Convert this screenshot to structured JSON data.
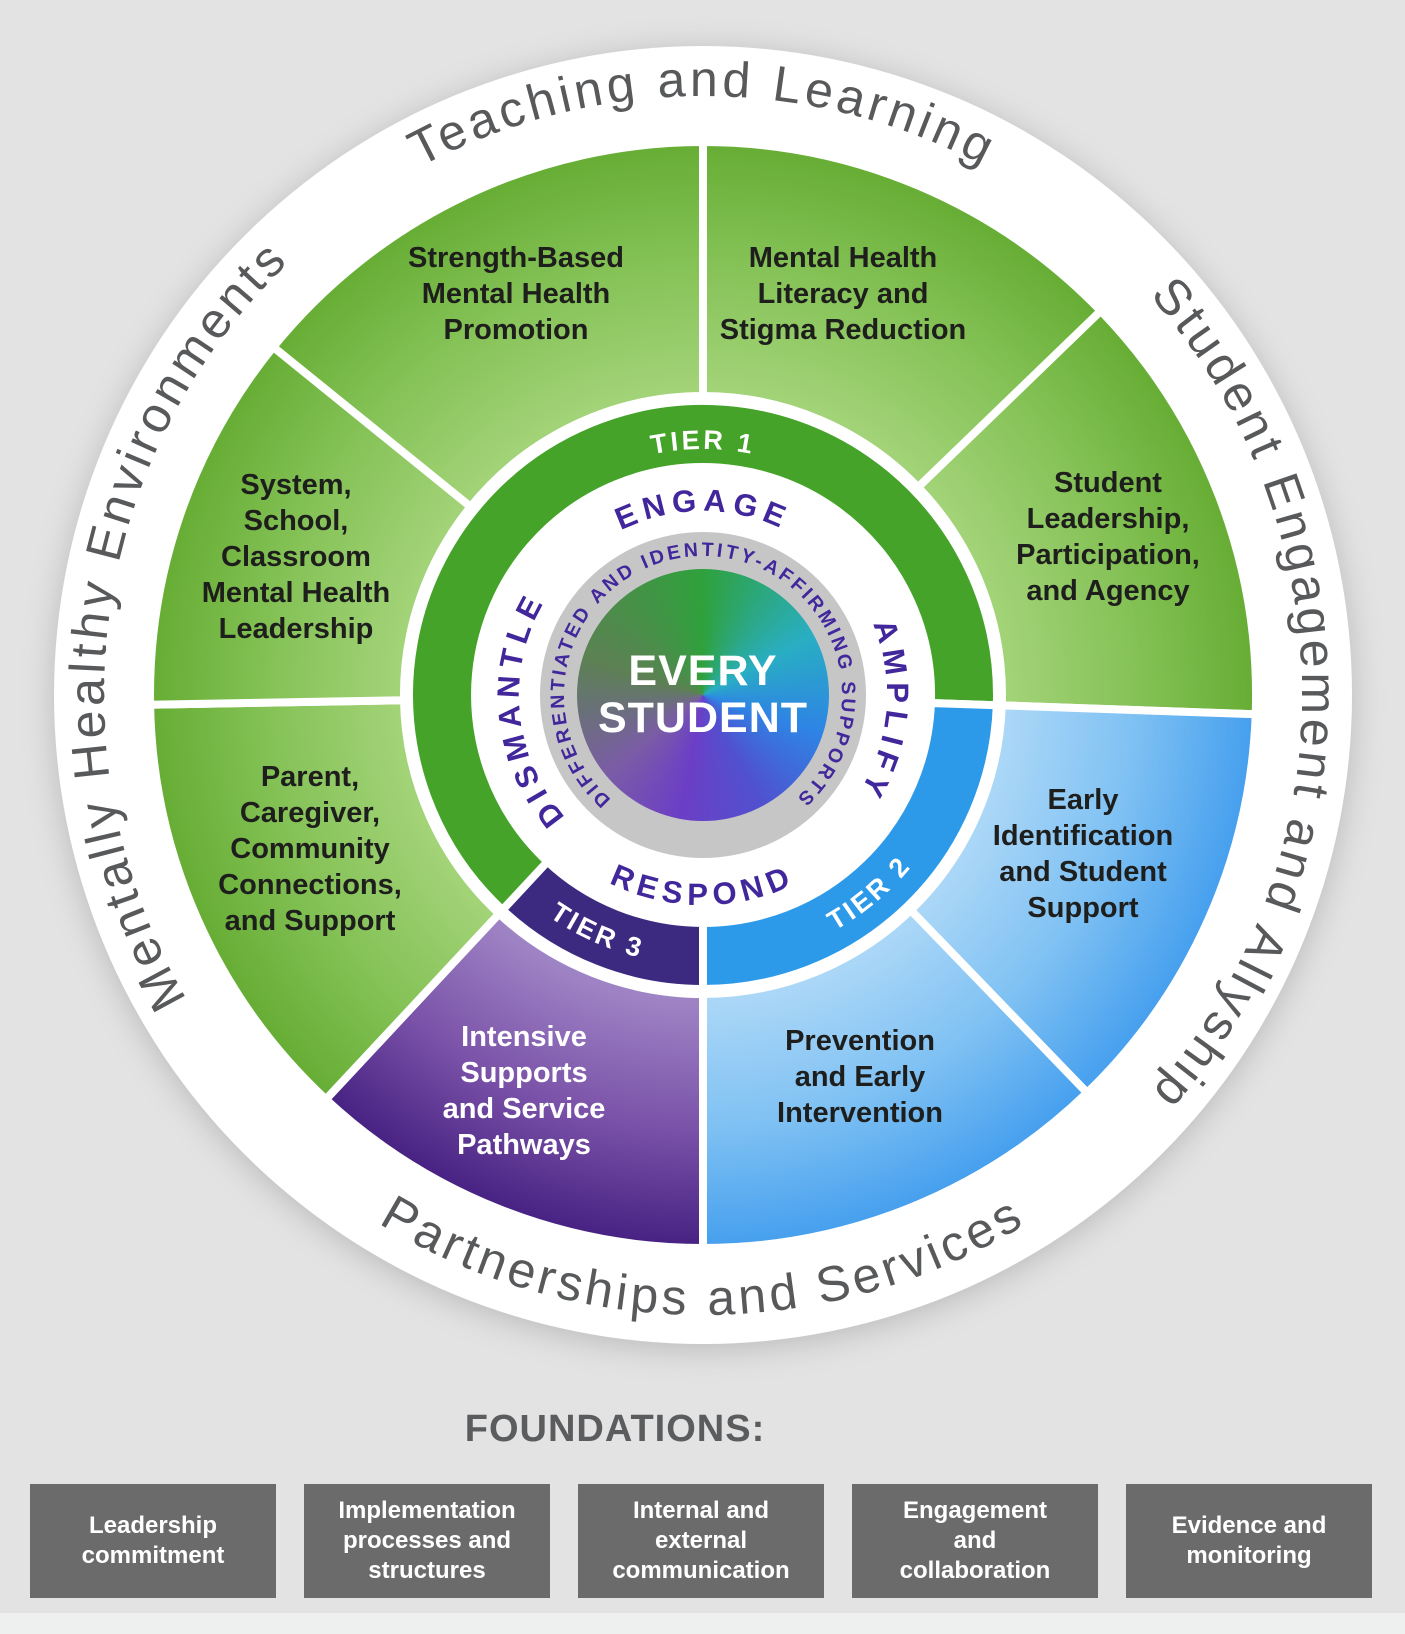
{
  "wheel": {
    "outer_labels": {
      "top": "Teaching and Learning",
      "right": "Student Engagement and Allyship",
      "bottom": "Partnerships and Services",
      "left": "Mentally Healthy Environments"
    },
    "segments": [
      {
        "id": "strength-based",
        "label": "Strength-Based\nMental Health\nPromotion"
      },
      {
        "id": "literacy",
        "label": "Mental Health\nLiteracy and\nStigma Reduction"
      },
      {
        "id": "student-leadership",
        "label": "Student\nLeadership,\nParticipation,\nand Agency"
      },
      {
        "id": "early-identification",
        "label": "Early\nIdentification\nand Student\nSupport"
      },
      {
        "id": "prevention",
        "label": "Prevention\nand Early\nIntervention"
      },
      {
        "id": "intensive-supports",
        "label": "Intensive\nSupports\nand Service\nPathways"
      },
      {
        "id": "parent-caregiver",
        "label": "Parent,\nCaregiver,\nCommunity\nConnections,\nand Support"
      },
      {
        "id": "system-school",
        "label": "System,\nSchool,\nClassroom\nMental Health\nLeadership"
      }
    ],
    "tiers": {
      "tier1": "TIER 1",
      "tier2": "TIER 2",
      "tier3": "TIER 3"
    },
    "actions": {
      "engage": "ENGAGE",
      "amplify": "AMPLIFY",
      "respond": "RESPOND",
      "dismantle": "DISMANTLE"
    },
    "supports_ring": "DIFFERENTIATED AND IDENTITY-AFFIRMING SUPPORTS",
    "center": "EVERY\nSTUDENT"
  },
  "foundations": {
    "heading": "FOUNDATIONS:",
    "items": [
      {
        "label": "Leadership\ncommitment"
      },
      {
        "label": "Implementation\nprocesses and\nstructures"
      },
      {
        "label": "Internal and\nexternal\ncommunication"
      },
      {
        "label": "Engagement\nand\ncollaboration"
      },
      {
        "label": "Evidence and\nmonitoring"
      }
    ]
  },
  "colors": {
    "background": "#e3e3e4",
    "green_light": "#a9d77f",
    "green_mid": "#85c257",
    "green_dark": "#66ad34",
    "blue_light": "#b5dcf8",
    "blue_mid": "#7fc1f3",
    "blue_dark": "#459fee",
    "purple_light": "#a78fcb",
    "purple_mid": "#7b53a9",
    "purple_dark": "#472182",
    "tier1_green": "#45a32a",
    "tier2_blue": "#2d9ae9",
    "tier3_purple": "#3c2a80",
    "action_purple": "#41279b",
    "ring_gray": "#c6c6c7",
    "label_gray": "#58595b",
    "box_gray": "#6b6b6b",
    "center_gradient": [
      "#2fa13c",
      "#29aec3",
      "#2e84e4",
      "#5051cf",
      "#6c3ec6",
      "#7a5ca6",
      "#5c8153"
    ]
  }
}
